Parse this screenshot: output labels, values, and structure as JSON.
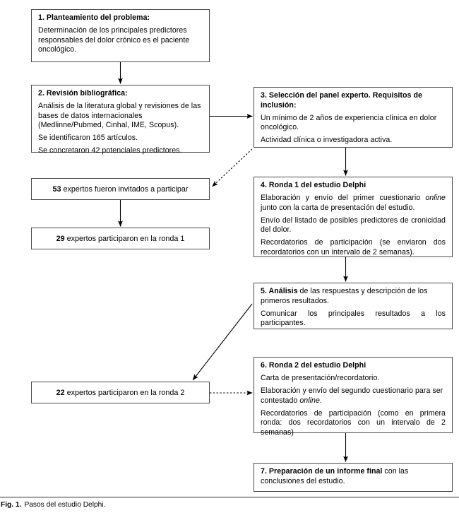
{
  "figure": {
    "label": "Fig. 1.",
    "caption": "Pasos del estudio Delphi."
  },
  "colors": {
    "box_border": "#4a4a4a",
    "connector": "#000000",
    "background": "#ffffff",
    "text": "#000000"
  },
  "steps": [
    {
      "id": "box1",
      "heading": "1. Planteamiento del problema:",
      "paragraphs": [
        "Determinación de los principales predictores responsables del dolor crónico es el paciente oncológico."
      ]
    },
    {
      "id": "box2",
      "heading": "2. Revisión bibliográfica:",
      "paragraphs": [
        "Análisis de la literatura global y revisiones de las bases de datos internacionales (Medlinne/Pubmed, Cinhal, IME, Scopus).",
        "Se identificaron 165 artículos.",
        "Se concretaron 42 potenciales predictores."
      ]
    },
    {
      "id": "box3",
      "heading": "3. Selección del panel experto. Requisitos de inclusión:",
      "paragraphs": [
        "Un mínimo de 2 años de experiencia clínica en dolor oncológico.",
        "Actividad clínica o investigadora activa."
      ]
    },
    {
      "id": "box4",
      "heading": "4. Ronda 1 del estudio Delphi",
      "paragraphs": [
        "Elaboración y envío del primer cuestionario online junto con la carta de presentación del estudio.",
        "Envío del listado de posibles predictores de cronicidad del dolor.",
        "Recordatorios de participación (se enviaron dos recordatorios con un intervalo de 2 semanas)."
      ]
    },
    {
      "id": "box5",
      "heading": "5. Análisis",
      "heading_rest": " de las respuestas y descripción de los primeros resultados.",
      "paragraphs": [
        "Comunicar los principales resultados a los participantes."
      ]
    },
    {
      "id": "box6",
      "heading": "6. Ronda 2 del estudio Delphi",
      "paragraphs": [
        "Carta de presentación/recordatorio.",
        "Elaboración y envío del segundo cuestionario para ser contestado online.",
        "Recordatorios de participación (como en primera ronda: dos recordatorios con un intervalo de 2 semanas)"
      ]
    },
    {
      "id": "box7",
      "heading": "7. Preparación de un informe final",
      "heading_rest": " con las conclusiones del estudio."
    }
  ],
  "participant_boxes": [
    {
      "id": "box53",
      "number": "53",
      "text": "expertos fueron invitados a participar"
    },
    {
      "id": "box29",
      "number": "29",
      "text": "expertos participaron en la ronda 1"
    },
    {
      "id": "box22",
      "number": "22",
      "text": "expertos participaron en la ronda 2"
    }
  ],
  "connectors": [
    {
      "name": "arrow-box1-to-box2",
      "style": "solid",
      "from": "box1",
      "to": "box2"
    },
    {
      "name": "arrow-box2-to-box3",
      "style": "solid",
      "from": "box2",
      "to": "box3"
    },
    {
      "name": "arrow-box3-to-box53",
      "style": "dotted",
      "from": "box3",
      "to": "box53"
    },
    {
      "name": "arrow-box53-to-box29",
      "style": "solid",
      "from": "box53",
      "to": "box29"
    },
    {
      "name": "arrow-box3-to-box4",
      "style": "solid",
      "from": "box3",
      "to": "box4"
    },
    {
      "name": "arrow-box4-to-box5",
      "style": "solid",
      "from": "box4",
      "to": "box5"
    },
    {
      "name": "arrow-box5-to-box22",
      "style": "solid",
      "from": "box5",
      "to": "box22"
    },
    {
      "name": "arrow-box22-to-box6",
      "style": "dotted",
      "from": "box22",
      "to": "box6"
    },
    {
      "name": "arrow-box6-to-box7",
      "style": "solid",
      "from": "box6",
      "to": "box7"
    }
  ]
}
